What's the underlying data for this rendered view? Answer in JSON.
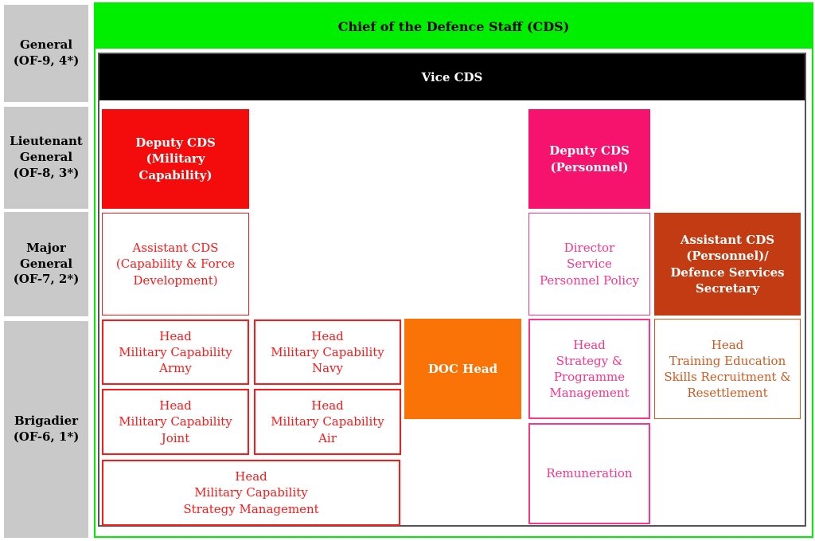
{
  "title": "Chief of the Defence Staff organisation chart",
  "colors": {
    "green": "#00EE00",
    "black": "#000000",
    "red": "#F40B0B",
    "pink_fill": "#F5136E",
    "pink_outline": "#F8368A",
    "rust": "#C23B12",
    "orange": "#F97307",
    "rust_outline": "#CC5B22",
    "rank_gray": "#C9C9C9",
    "inner_border_gray": "#545454"
  },
  "ranks": [
    {
      "label": "General\n(OF-9, 4*)"
    },
    {
      "label": "Lieutenant\nGeneral\n(OF-8, 3*)"
    },
    {
      "label": "Major\nGeneral\n(OF-7, 2*)"
    },
    {
      "label": "Brigadier\n(OF-6, 1*)"
    }
  ],
  "org": {
    "cds": "Chief of the Defence Staff (CDS)",
    "vice_cds": "Vice CDS",
    "deputy_cds_military": "Deputy CDS\n(Military\nCapability)",
    "deputy_cds_personnel": "Deputy CDS\n(Personnel)",
    "assistant_cds_capability": "Assistant CDS\n(Capability & Force\nDevelopment)",
    "director_service_personnel_policy": "Director\nService\nPersonnel Policy",
    "assistant_cds_personnel": "Assistant CDS\n(Personnel)/\nDefence Services\nSecretary",
    "head_mc_army": "Head\nMilitary Capability\nArmy",
    "head_mc_navy": "Head\nMilitary Capability\nNavy",
    "doc_head": "DOC Head",
    "head_strategy_programme": "Head\nStrategy &\nProgramme\nManagement",
    "head_training": "Head\nTraining Education\nSkills Recruitment &\nResettlement",
    "head_mc_joint": "Head\nMilitary Capability\nJoint",
    "head_mc_air": "Head\nMilitary Capability\nAir",
    "head_mc_strategy_management": "Head\nMilitary Capability\nStrategy Management",
    "remuneration": "Remuneration"
  }
}
